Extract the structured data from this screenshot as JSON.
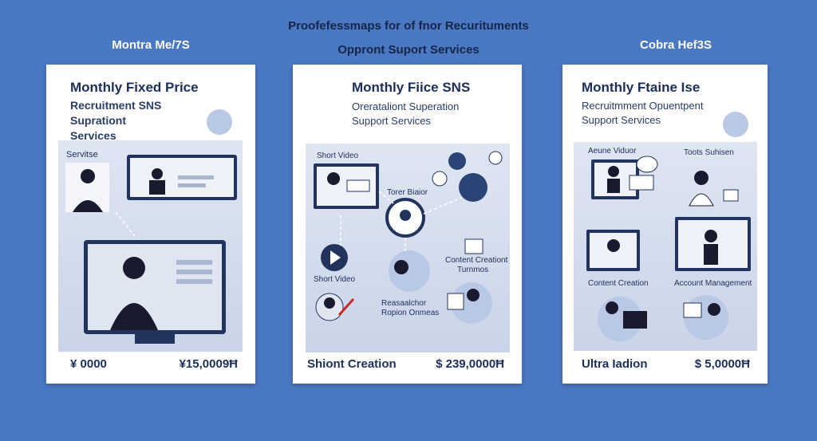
{
  "header": {
    "line1": "Proofefessmaps for of fnor Recurituments",
    "line2": "Oppront Suport Services"
  },
  "columns": [
    {
      "label": "Montra Me/7S",
      "title": "Monthly Fixed Price",
      "subtitle": [
        "Recruitment SNS",
        "Suprationt",
        "Services"
      ],
      "panel_labels": [
        "Servitse"
      ],
      "footer_left": "¥ 0000",
      "footer_right": "¥15,0009Ħ"
    },
    {
      "label": "",
      "title": "Monthly Fiice SNS",
      "subtitle": [
        "Orerataliont Superation",
        "Support Services"
      ],
      "panel_labels": [
        "Short Video",
        "Torer Biaior",
        "Short Video",
        "Content Creationt",
        "Turnmos",
        "Reasaalchor",
        "Ropion Onmeas"
      ],
      "footer_left": "Shiont Creation",
      "footer_right": "$ 239,0000Ħ"
    },
    {
      "label": "Cobra Hef3S",
      "title": "Monthly Ftaine Ise",
      "subtitle": [
        "Recruitmment Opuentpent",
        "Support Services"
      ],
      "panel_labels": [
        "Aeune Viduor",
        "Toots Suhisen",
        "Content Creation",
        "Account Management"
      ],
      "footer_left": "Ultra Iadion",
      "footer_right": "$ 5,0000Ħ"
    }
  ],
  "colors": {
    "background": "#4a78c2",
    "navy": "#1c2f5a",
    "accent_red": "#c62828"
  }
}
